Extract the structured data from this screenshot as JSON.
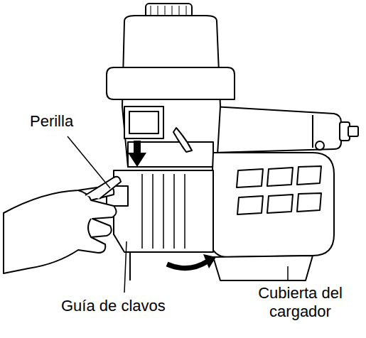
{
  "diagram": {
    "labels": [
      "Perilla",
      "Guía de clavos",
      "Cubierta del cargador"
    ]
  }
}
